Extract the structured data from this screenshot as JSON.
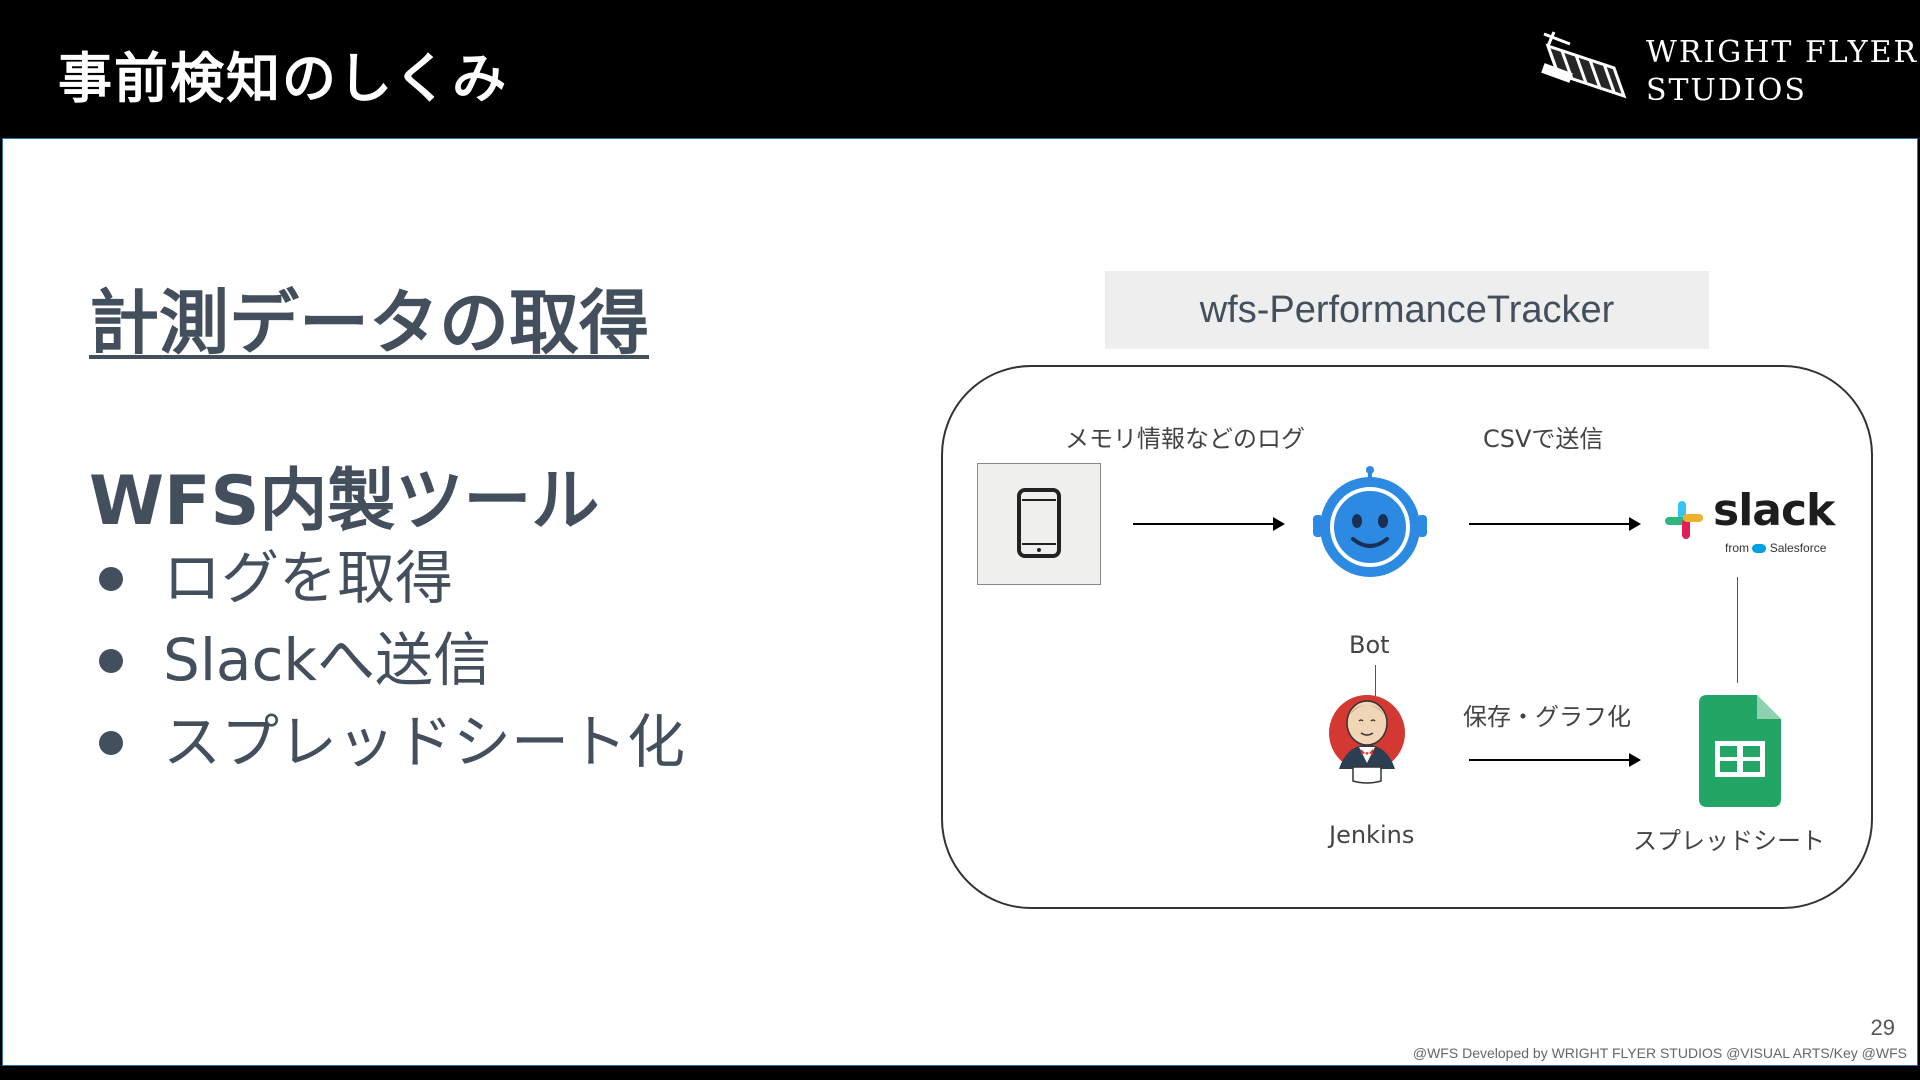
{
  "header": {
    "title": "事前検知のしくみ",
    "logo_line1": "WRIGHT FLYER",
    "logo_line2": "STUDIOS"
  },
  "left": {
    "heading": "計測データの取得",
    "tool_title": "WFS内製ツール",
    "bullets": [
      "ログを取得",
      "Slackへ送信",
      "スプレッドシート化"
    ]
  },
  "diagram": {
    "tracker_label": "wfs-PerformanceTracker",
    "log_label": "メモリ情報などのログ",
    "csv_label": "CSVで送信",
    "bot_label": "Bot",
    "save_label": "保存・グラフ化",
    "jenkins_label": "Jenkins",
    "sheet_label": "スプレッドシート",
    "slack_word": "slack",
    "slack_from": "from",
    "slack_salesforce": "Salesforce"
  },
  "footer": {
    "page_number": "29",
    "copyright": "@WFS Developed by WRIGHT FLYER STUDIOS @VISUAL ARTS/Key @WFS"
  },
  "colors": {
    "text": "#434f5c",
    "bot_blue": "#2d8ae2",
    "sheets_green": "#23a566",
    "jenkins_red": "#d33833"
  }
}
